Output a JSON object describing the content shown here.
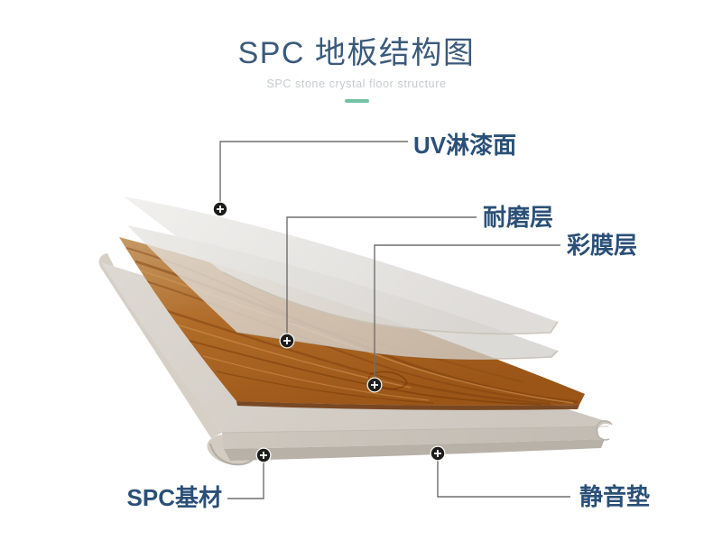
{
  "header": {
    "title": "SPC 地板结构图",
    "subtitle": "SPC stone crystal floor structure"
  },
  "diagram": {
    "layers": [
      {
        "id": "uv-coating",
        "label": "UV淋漆面"
      },
      {
        "id": "wear-layer",
        "label": "耐磨层"
      },
      {
        "id": "color-film",
        "label": "彩膜层"
      },
      {
        "id": "spc-core",
        "label": "SPC基材"
      },
      {
        "id": "silent-pad",
        "label": "静音垫"
      }
    ]
  },
  "colors": {
    "title_color": "#3b5a7b",
    "subtitle_color": "#c7cacd",
    "accent_dash": "#74c2a4",
    "label_color": "#2b5078",
    "leader_line": "#6f6f6f",
    "wood_dark": "#9a5517",
    "wood_light": "#c08a4e",
    "core_top": "#d8d3cb",
    "core_front": "#c8c2b9",
    "pad_color": "#b7b1a8",
    "sheet_gray": "#d8d5d1"
  }
}
